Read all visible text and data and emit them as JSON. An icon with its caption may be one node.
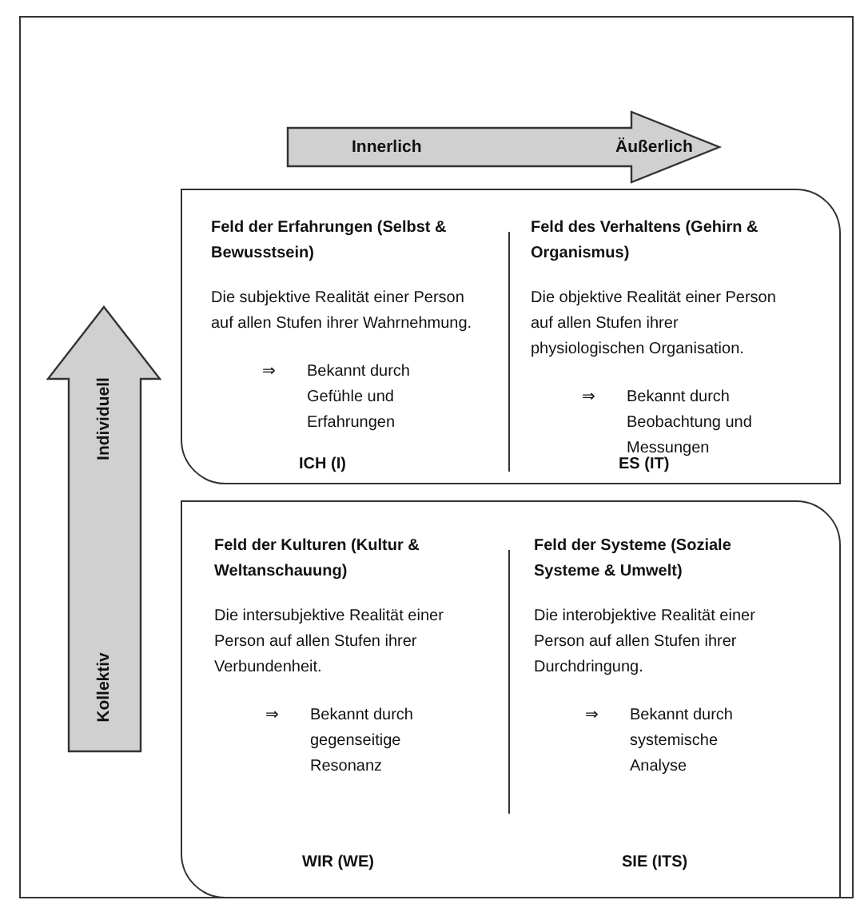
{
  "diagram": {
    "nodes": [
      {
        "text": [],
        "shape": "box"
      },
      {
        "text": [
          "Feld der Erfahrungen (Selbst & Bewusstsein)",
          "Die subjektive Realität einer Person auf allen Stufen ihrer Wahrnehmung.",
          "⇒",
          "Bekannt durch Gefühle und Erfahrungen",
          "ICH (I)"
        ],
        "in": 0
      },
      {
        "text": [
          "Feld des Verhaltens (Gehirn & Organismus)",
          "Die objektive Realität einer Person auf allen Stufen ihrer physiologischen Organisation.",
          "⇒",
          "Bekannt durch Beobachtung und Messungen",
          "ES (IT)"
        ],
        "in": 0
      },
      {
        "text": [],
        "shape": "box"
      },
      {
        "text": [
          "Feld der Kulturen (Kultur & Weltanschauung)",
          "Die intersubjektive Realität einer Person auf allen Stufen ihrer Verbundenheit.",
          "⇒",
          "Bekannt durch gegenseitige Resonanz",
          "WIR (WE)"
        ],
        "in": 3
      },
      {
        "text": [
          "Feld der Systeme (Soziale Systeme & Umwelt)",
          "Die interobjektive Realität einer Person auf allen Stufen ihrer Durchdringung.",
          "⇒",
          "Bekannt durch systemische Analyse",
          "SIE (ITS)"
        ],
        "in": 3
      }
    ],
    "labels": [
      "Innerlich",
      "Äußerlich",
      "Individuell",
      "Kollektiv"
    ]
  }
}
